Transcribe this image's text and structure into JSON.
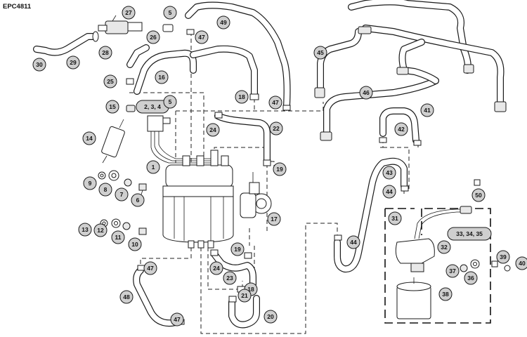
{
  "document_code": "EPC4811",
  "callouts": [
    {
      "label": "1"
    },
    {
      "label": "2, 3, 4"
    },
    {
      "label": "5"
    },
    {
      "label": "5"
    },
    {
      "label": "6"
    },
    {
      "label": "7"
    },
    {
      "label": "8"
    },
    {
      "label": "9"
    },
    {
      "label": "10"
    },
    {
      "label": "11"
    },
    {
      "label": "12"
    },
    {
      "label": "13"
    },
    {
      "label": "14"
    },
    {
      "label": "15"
    },
    {
      "label": "16"
    },
    {
      "label": "17"
    },
    {
      "label": "18"
    },
    {
      "label": "18"
    },
    {
      "label": "19"
    },
    {
      "label": "19"
    },
    {
      "label": "20"
    },
    {
      "label": "21"
    },
    {
      "label": "22"
    },
    {
      "label": "23"
    },
    {
      "label": "24"
    },
    {
      "label": "24"
    },
    {
      "label": "25"
    },
    {
      "label": "26"
    },
    {
      "label": "27"
    },
    {
      "label": "28"
    },
    {
      "label": "29"
    },
    {
      "label": "30"
    },
    {
      "label": "31"
    },
    {
      "label": "32"
    },
    {
      "label": "33, 34, 35"
    },
    {
      "label": "36"
    },
    {
      "label": "37"
    },
    {
      "label": "38"
    },
    {
      "label": "39"
    },
    {
      "label": "40"
    },
    {
      "label": "41"
    },
    {
      "label": "42"
    },
    {
      "label": "43"
    },
    {
      "label": "44"
    },
    {
      "label": "44"
    },
    {
      "label": "45"
    },
    {
      "label": "46"
    },
    {
      "label": "47"
    },
    {
      "label": "47"
    },
    {
      "label": "47"
    },
    {
      "label": "47"
    },
    {
      "label": "48"
    },
    {
      "label": "49"
    },
    {
      "label": "50"
    }
  ]
}
